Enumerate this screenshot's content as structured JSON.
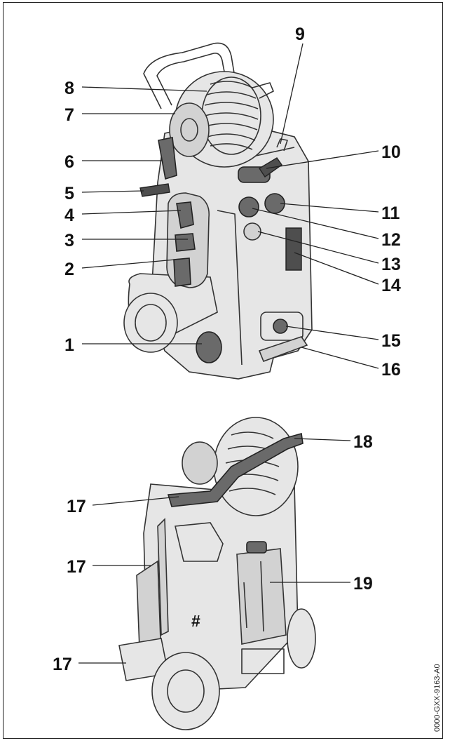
{
  "diagram": {
    "top_labels": [
      "1",
      "2",
      "3",
      "4",
      "5",
      "6",
      "7",
      "8",
      "9",
      "10",
      "11",
      "12",
      "13",
      "14",
      "15",
      "16"
    ],
    "bottom_labels": [
      "17",
      "17",
      "17",
      "18",
      "19"
    ],
    "hash_mark": "#",
    "image_code": "0000-GXX-9163-A0"
  }
}
